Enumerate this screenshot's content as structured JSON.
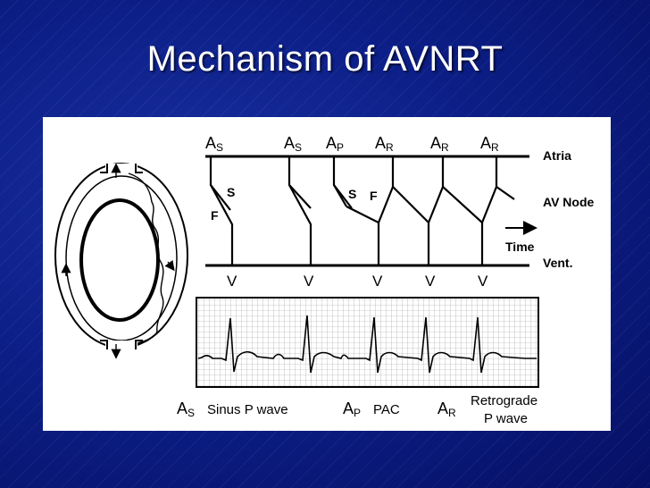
{
  "slide": {
    "title": "Mechanism of AVNRT"
  },
  "diagram": {
    "timing": {
      "top_labels": [
        {
          "letter": "A",
          "sub": "S"
        },
        {
          "letter": "A",
          "sub": "S"
        },
        {
          "letter": "A",
          "sub": "P"
        },
        {
          "letter": "A",
          "sub": "R"
        },
        {
          "letter": "A",
          "sub": "R"
        },
        {
          "letter": "A",
          "sub": "R"
        }
      ],
      "row_labels": {
        "atria": "Atria",
        "av_node": "AV Node",
        "time": "Time",
        "vent": "Vent."
      },
      "pathway_labels": {
        "s1": "S",
        "f1": "F",
        "s2": "S",
        "f2": "F"
      },
      "v_labels": [
        "V",
        "V",
        "V",
        "V",
        "V"
      ]
    },
    "legend": {
      "sinus": {
        "letter": "A",
        "sub": "S",
        "text": "Sinus P wave"
      },
      "pac": {
        "letter": "A",
        "sub": "P",
        "text": "PAC"
      },
      "retro": {
        "letter": "A",
        "sub": "R",
        "text_line1": "Retrograde",
        "text_line2": "P  wave"
      }
    }
  }
}
